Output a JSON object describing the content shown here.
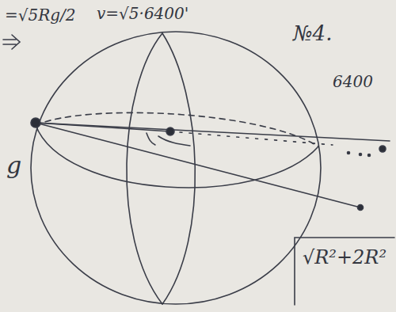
{
  "diagram": {
    "labels": [
      "=√5Rg/2",
      "v=√5·6400'",
      "№4.",
      "6400",
      "g",
      "√R²+2R²"
    ]
  }
}
